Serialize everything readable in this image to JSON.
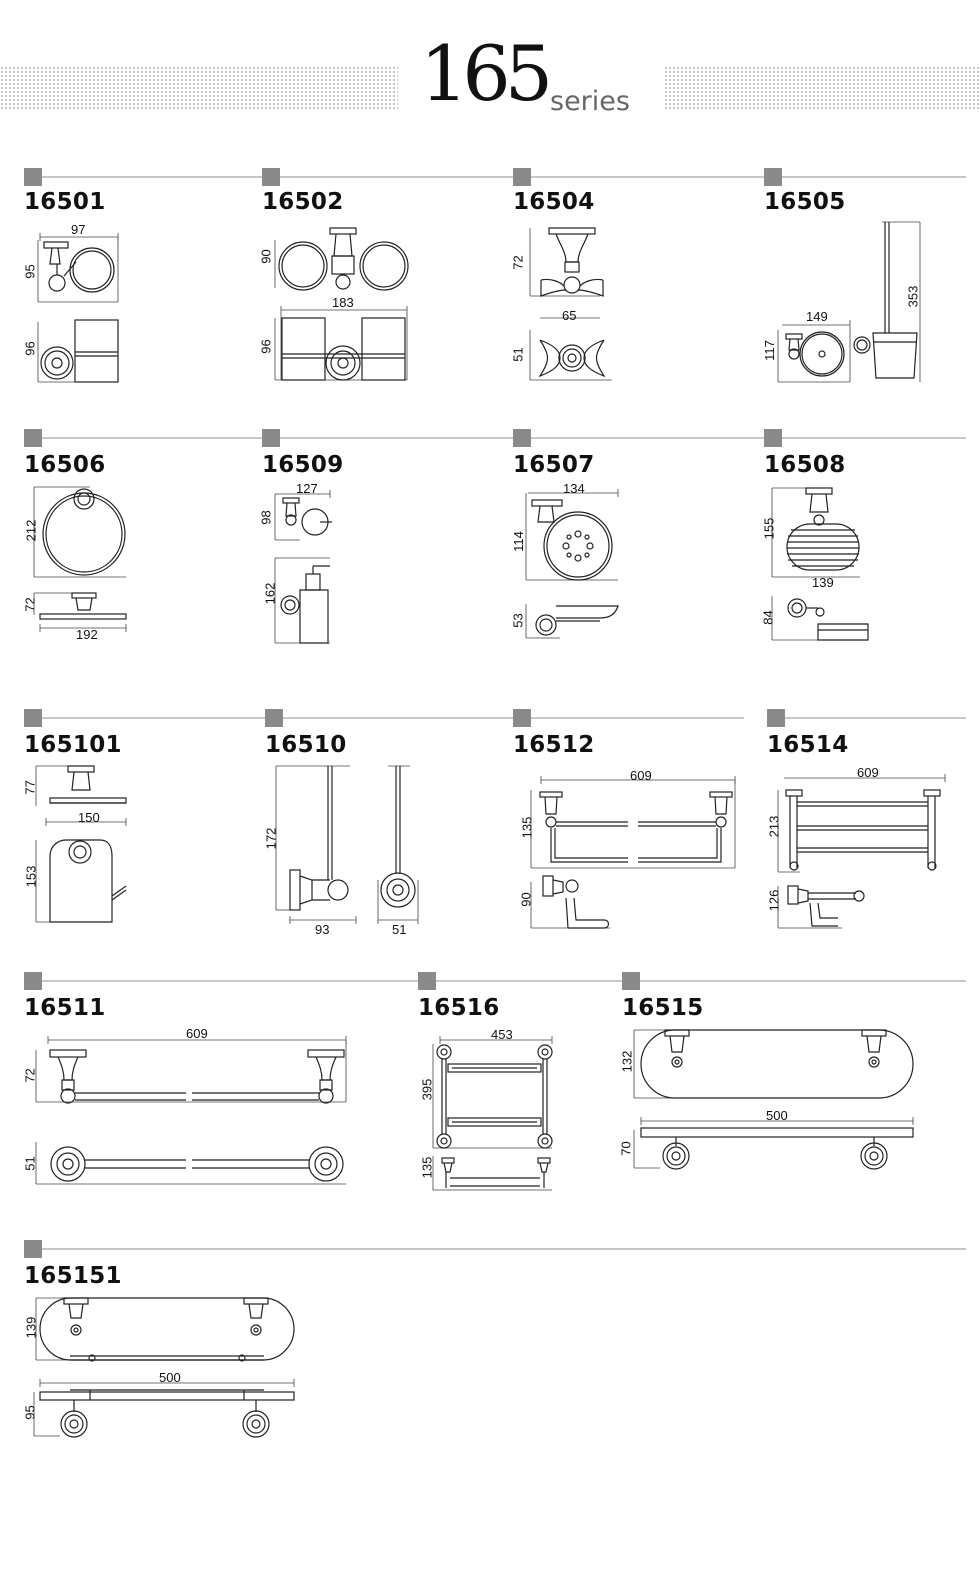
{
  "header": {
    "series_number": "165",
    "series_word": "series"
  },
  "products": [
    {
      "code": "16501",
      "dims": [
        "97",
        "95",
        "96"
      ]
    },
    {
      "code": "16502",
      "dims": [
        "90",
        "183",
        "96"
      ]
    },
    {
      "code": "16504",
      "dims": [
        "72",
        "65",
        "51"
      ]
    },
    {
      "code": "16505",
      "dims": [
        "353",
        "149",
        "117"
      ]
    },
    {
      "code": "16506",
      "dims": [
        "212",
        "72",
        "192"
      ]
    },
    {
      "code": "16509",
      "dims": [
        "127",
        "98",
        "162"
      ]
    },
    {
      "code": "16507",
      "dims": [
        "134",
        "114",
        "53"
      ]
    },
    {
      "code": "16508",
      "dims": [
        "155",
        "139",
        "84"
      ]
    },
    {
      "code": "165101",
      "dims": [
        "77",
        "150",
        "153"
      ]
    },
    {
      "code": "16510",
      "dims": [
        "172",
        "93",
        "51"
      ]
    },
    {
      "code": "16512",
      "dims": [
        "609",
        "135",
        "90"
      ]
    },
    {
      "code": "16514",
      "dims": [
        "609",
        "213",
        "126"
      ]
    },
    {
      "code": "16511",
      "dims": [
        "609",
        "72",
        "51"
      ]
    },
    {
      "code": "16516",
      "dims": [
        "453",
        "395",
        "135"
      ]
    },
    {
      "code": "16515",
      "dims": [
        "132",
        "500",
        "70"
      ]
    },
    {
      "code": "165151",
      "dims": [
        "139",
        "500",
        "95"
      ]
    }
  ]
}
